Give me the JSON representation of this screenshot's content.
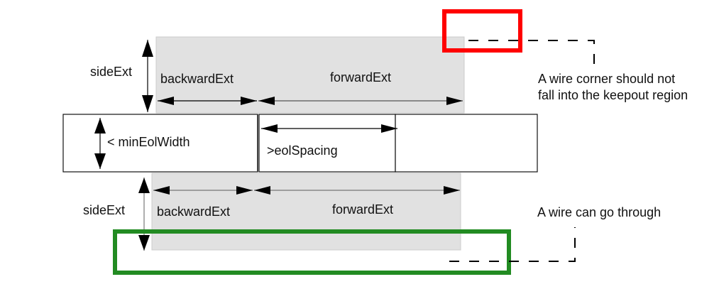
{
  "diagram": {
    "title": "End-of-line spacing keepout region",
    "colors": {
      "keepout_fill": "#e1e1e1",
      "keepout_border": "#cccccc",
      "wire_outline": "#111111",
      "violation_box": "#ff0000",
      "allowed_box": "#228b22",
      "dim_line": "#111111"
    },
    "top_region": {
      "side_label": "sideExt",
      "backward_label": "backwardExt",
      "forward_label": "forwardExt"
    },
    "wire_row": {
      "width_label": "< minEolWidth",
      "spacing_label": ">eolSpacing"
    },
    "bottom_region": {
      "side_label": "sideExt",
      "backward_label": "backwardExt",
      "forward_label": "forwardExt"
    },
    "annotations": {
      "violation_line1": "A wire corner should not",
      "violation_line2": "fall into the keepout region",
      "allowed_text": "A wire can go through"
    }
  }
}
